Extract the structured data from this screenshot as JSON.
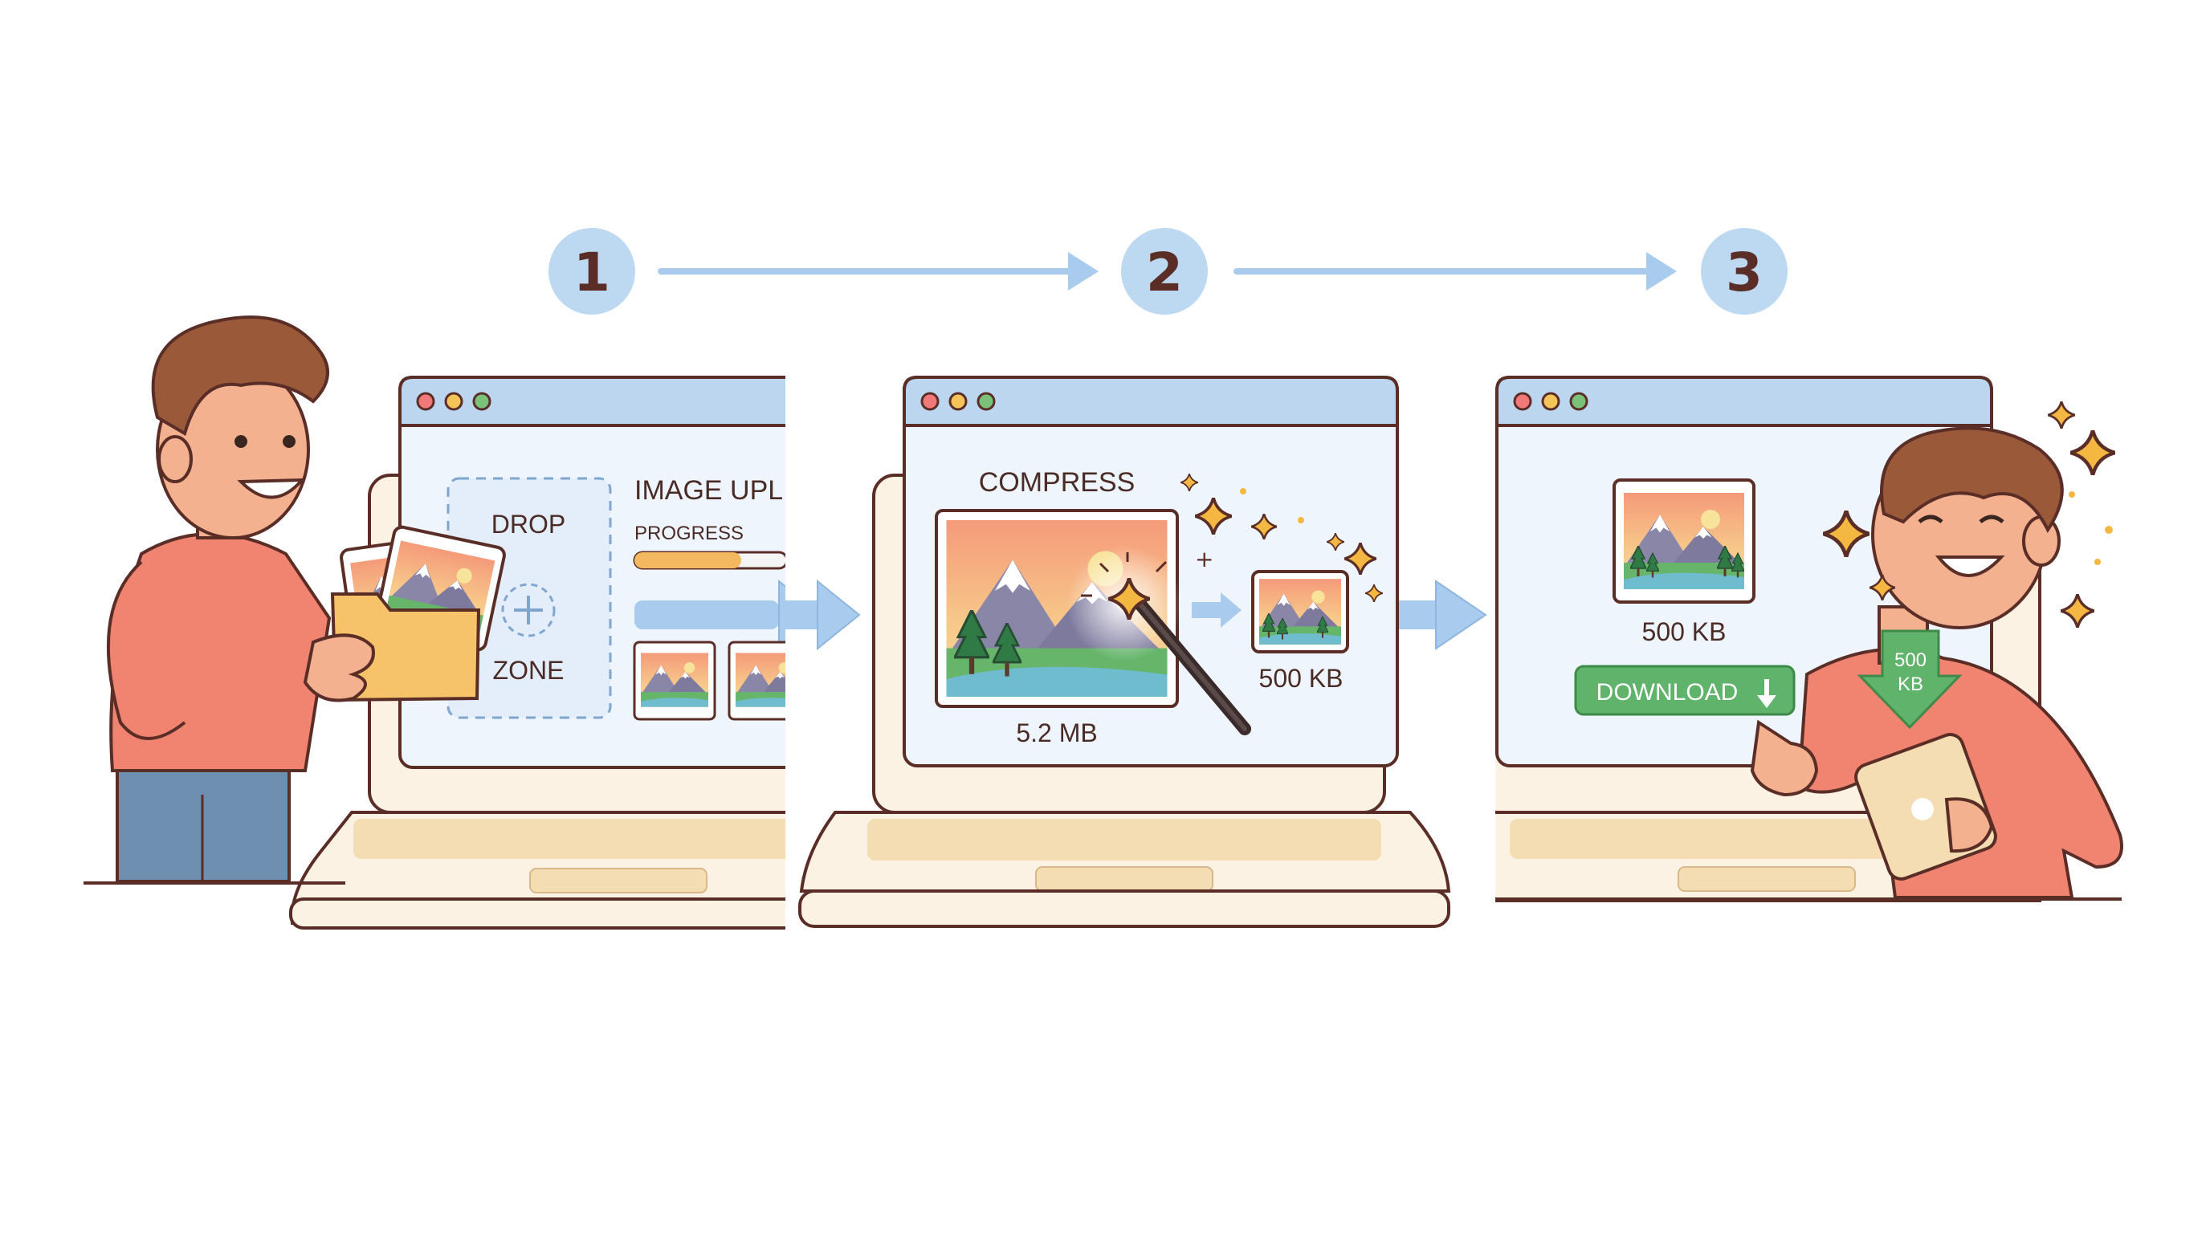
{
  "steps": [
    {
      "number": "1"
    },
    {
      "number": "2"
    },
    {
      "number": "3"
    }
  ],
  "panel1": {
    "drop_top": "DROP",
    "drop_bottom": "ZONE",
    "title": "IMAGE UPL",
    "progress_label": "PROGRESS",
    "progress": 0.7
  },
  "panel2": {
    "title": "COMPRESS",
    "original_size": "5.2 MB",
    "compressed_size": "500 KB"
  },
  "panel3": {
    "file_size": "500 KB",
    "download_label": "DOWNLOAD",
    "badge_line1": "500",
    "badge_line2": "KB"
  },
  "colors": {
    "outline": "#5a2e27",
    "window_bar": "#bcd6f0",
    "window_body": "#eef5fc",
    "step_circle": "#bcd9f1",
    "arrow": "#a9cbed",
    "laptop": "#fbf2e4",
    "laptop_key": "#f4dcb3",
    "progress_fill": "#f4b860",
    "download_green": "#5fb36a",
    "shirt": "#f08471",
    "skin": "#f3b190",
    "hair": "#9a5a3a",
    "folder": "#f7c36a",
    "star": "#f4b842"
  }
}
